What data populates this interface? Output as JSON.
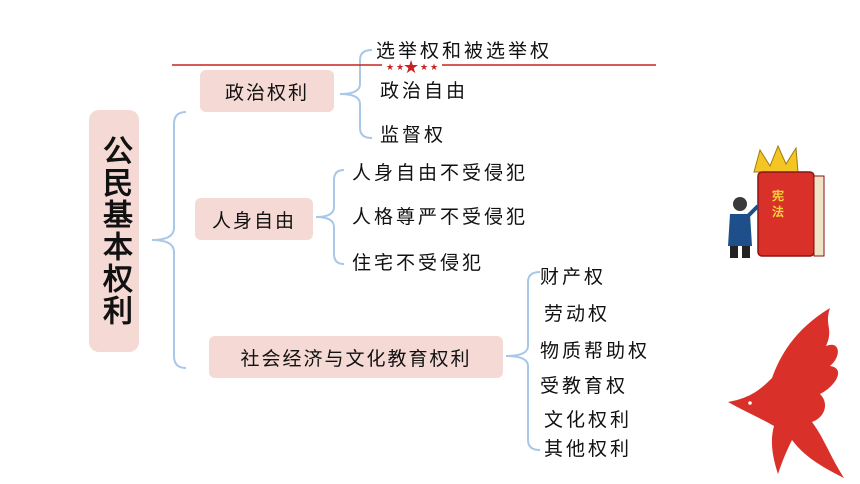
{
  "root": "公民基本权利",
  "groups": [
    {
      "label": "政治权利",
      "items": [
        "选举权和被选举权",
        "政治自由",
        "监督权"
      ]
    },
    {
      "label": "人身自由",
      "items": [
        "人身自由不受侵犯",
        "人格尊严不受侵犯",
        "住宅不受侵犯"
      ]
    },
    {
      "label": "社会经济与文化教育权利",
      "items": [
        "财产权",
        "劳动权",
        "物质帮助权",
        "受教育权",
        "文化权利",
        "其他权利"
      ]
    }
  ],
  "icons": {
    "constitution": {
      "name": "constitution-book-icon",
      "text": "宪法"
    },
    "bird": {
      "name": "flying-dove-icon"
    },
    "stars": {
      "name": "stars-decoration-icon"
    }
  },
  "colors": {
    "box_fill": "#f4d9d4",
    "bracket": "#a9c8e8",
    "accent_red": "#c8231e"
  }
}
